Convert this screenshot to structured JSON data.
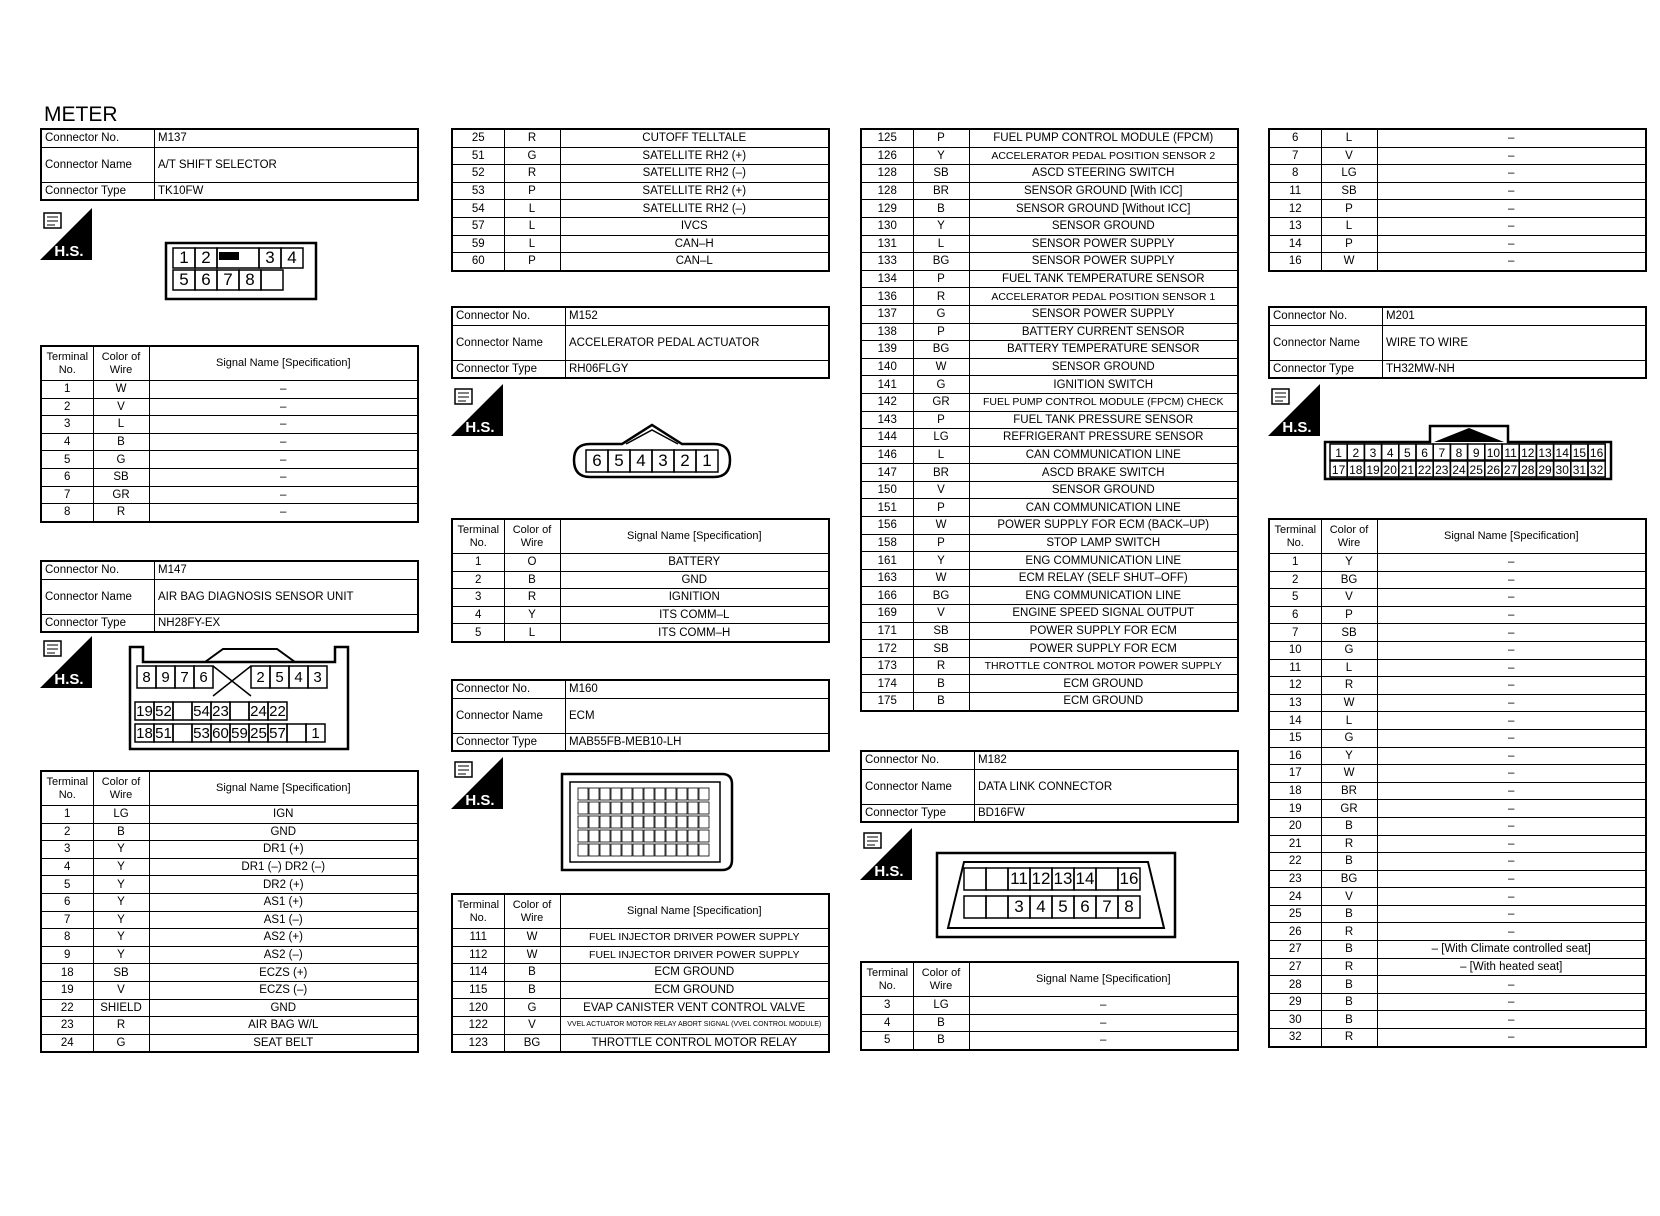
{
  "page_title": "METER",
  "labels": {
    "connector_no": "Connector No.",
    "connector_name": "Connector Name",
    "connector_type": "Connector Type",
    "terminal_no": "Terminal No.",
    "color_of_wire": "Color of Wire",
    "signal_name": "Signal Name [Specification]",
    "hs_badge": "H.S."
  },
  "connectors": {
    "m137": {
      "no": "M137",
      "name": "A/T SHIFT SELECTOR",
      "type": "TK10FW"
    },
    "m147": {
      "no": "M147",
      "name": "AIR BAG DIAGNOSIS SENSOR UNIT",
      "type": "NH28FY-EX"
    },
    "m152": {
      "no": "M152",
      "name": "ACCELERATOR PEDAL ACTUATOR",
      "type": "RH06FLGY"
    },
    "m160": {
      "no": "M160",
      "name": "ECM",
      "type": "MAB55FB-MEB10-LH"
    },
    "m182": {
      "no": "M182",
      "name": "DATA LINK CONNECTOR",
      "type": "BD16FW"
    },
    "m201": {
      "no": "M201",
      "name": "WIRE TO WIRE",
      "type": "TH32MW-NH"
    }
  },
  "pinouts": {
    "m137": {
      "top": [
        "1",
        "2",
        "",
        "3",
        "4"
      ],
      "bottom": [
        "5",
        "6",
        "7",
        "8",
        ""
      ]
    },
    "m147": {
      "row1": [
        "8",
        "9",
        "7",
        "6",
        "",
        "2",
        "5",
        "4",
        "3"
      ],
      "row2": [
        "19",
        "52",
        "",
        "54",
        "23",
        "",
        "24",
        "22"
      ],
      "row3": [
        "18",
        "51",
        "",
        "53",
        "60",
        "59",
        "25",
        "57",
        "",
        "1"
      ]
    },
    "m152": [
      "6",
      "5",
      "4",
      "3",
      "2",
      "1"
    ],
    "m182": {
      "top": [
        "",
        "",
        "11",
        "12",
        "13",
        "14",
        "",
        "16"
      ],
      "bottom": [
        "",
        "",
        "3",
        "4",
        "5",
        "6",
        "7",
        "8"
      ]
    },
    "m201": {
      "top": [
        "1",
        "2",
        "3",
        "4",
        "5",
        "6",
        "7",
        "8",
        "9",
        "10",
        "11",
        "12",
        "13",
        "14",
        "15",
        "16"
      ],
      "bottom": [
        "17",
        "18",
        "19",
        "20",
        "21",
        "22",
        "23",
        "24",
        "25",
        "26",
        "27",
        "28",
        "29",
        "30",
        "31",
        "32"
      ]
    }
  },
  "tables": {
    "m137": [
      [
        "1",
        "W",
        "–"
      ],
      [
        "2",
        "V",
        "–"
      ],
      [
        "3",
        "L",
        "–"
      ],
      [
        "4",
        "B",
        "–"
      ],
      [
        "5",
        "G",
        "–"
      ],
      [
        "6",
        "SB",
        "–"
      ],
      [
        "7",
        "GR",
        "–"
      ],
      [
        "8",
        "R",
        "–"
      ]
    ],
    "m147": [
      [
        "1",
        "LG",
        "IGN"
      ],
      [
        "2",
        "B",
        "GND"
      ],
      [
        "3",
        "Y",
        "DR1 (+)"
      ],
      [
        "4",
        "Y",
        "DR1 (–) DR2 (–)"
      ],
      [
        "5",
        "Y",
        "DR2 (+)"
      ],
      [
        "6",
        "Y",
        "AS1 (+)"
      ],
      [
        "7",
        "Y",
        "AS1 (–)"
      ],
      [
        "8",
        "Y",
        "AS2 (+)"
      ],
      [
        "9",
        "Y",
        "AS2 (–)"
      ],
      [
        "18",
        "SB",
        "ECZS (+)"
      ],
      [
        "19",
        "V",
        "ECZS (–)"
      ],
      [
        "22",
        "SHIELD",
        "GND"
      ],
      [
        "23",
        "R",
        "AIR BAG W/L"
      ],
      [
        "24",
        "G",
        "SEAT BELT"
      ]
    ],
    "m147_cont": [
      [
        "25",
        "R",
        "CUTOFF TELLTALE"
      ],
      [
        "51",
        "G",
        "SATELLITE RH2 (+)"
      ],
      [
        "52",
        "R",
        "SATELLITE RH2 (–)"
      ],
      [
        "53",
        "P",
        "SATELLITE RH2 (+)"
      ],
      [
        "54",
        "L",
        "SATELLITE RH2 (–)"
      ],
      [
        "57",
        "L",
        "IVCS"
      ],
      [
        "59",
        "L",
        "CAN–H"
      ],
      [
        "60",
        "P",
        "CAN–L"
      ]
    ],
    "m152": [
      [
        "1",
        "O",
        "BATTERY"
      ],
      [
        "2",
        "B",
        "GND"
      ],
      [
        "3",
        "R",
        "IGNITION"
      ],
      [
        "4",
        "Y",
        "ITS COMM–L"
      ],
      [
        "5",
        "L",
        "ITS COMM–H"
      ]
    ],
    "m160": [
      [
        "111",
        "W",
        "FUEL INJECTOR DRIVER POWER SUPPLY"
      ],
      [
        "112",
        "W",
        "FUEL INJECTOR DRIVER POWER SUPPLY"
      ],
      [
        "114",
        "B",
        "ECM GROUND"
      ],
      [
        "115",
        "B",
        "ECM GROUND"
      ],
      [
        "120",
        "G",
        "EVAP CANISTER VENT CONTROL VALVE"
      ],
      [
        "122",
        "V",
        "VVEL ACTUATOR MOTOR RELAY ABORT SIGNAL (VVEL CONTROL MODULE)"
      ],
      [
        "123",
        "BG",
        "THROTTLE CONTROL MOTOR RELAY"
      ]
    ],
    "m160_cont": [
      [
        "125",
        "P",
        "FUEL PUMP CONTROL MODULE (FPCM)"
      ],
      [
        "126",
        "Y",
        "ACCELERATOR PEDAL POSITION SENSOR 2"
      ],
      [
        "128",
        "SB",
        "ASCD STEERING SWITCH"
      ],
      [
        "128",
        "BR",
        "SENSOR GROUND [With ICC]"
      ],
      [
        "129",
        "B",
        "SENSOR GROUND [Without ICC]"
      ],
      [
        "130",
        "Y",
        "SENSOR GROUND"
      ],
      [
        "131",
        "L",
        "SENSOR POWER SUPPLY"
      ],
      [
        "133",
        "BG",
        "SENSOR POWER SUPPLY"
      ],
      [
        "134",
        "P",
        "FUEL TANK TEMPERATURE SENSOR"
      ],
      [
        "136",
        "R",
        "ACCELERATOR PEDAL POSITION SENSOR 1"
      ],
      [
        "137",
        "G",
        "SENSOR POWER SUPPLY"
      ],
      [
        "138",
        "P",
        "BATTERY CURRENT SENSOR"
      ],
      [
        "139",
        "BG",
        "BATTERY TEMPERATURE SENSOR"
      ],
      [
        "140",
        "W",
        "SENSOR GROUND"
      ],
      [
        "141",
        "G",
        "IGNITION SWITCH"
      ],
      [
        "142",
        "GR",
        "FUEL PUMP CONTROL MODULE (FPCM) CHECK"
      ],
      [
        "143",
        "P",
        "FUEL TANK PRESSURE SENSOR"
      ],
      [
        "144",
        "LG",
        "REFRIGERANT PRESSURE SENSOR"
      ],
      [
        "146",
        "L",
        "CAN COMMUNICATION LINE"
      ],
      [
        "147",
        "BR",
        "ASCD BRAKE SWITCH"
      ],
      [
        "150",
        "V",
        "SENSOR GROUND"
      ],
      [
        "151",
        "P",
        "CAN COMMUNICATION LINE"
      ],
      [
        "156",
        "W",
        "POWER SUPPLY FOR ECM (BACK–UP)"
      ],
      [
        "158",
        "P",
        "STOP LAMP SWITCH"
      ],
      [
        "161",
        "Y",
        "ENG COMMUNICATION LINE"
      ],
      [
        "163",
        "W",
        "ECM RELAY (SELF SHUT–OFF)"
      ],
      [
        "166",
        "BG",
        "ENG COMMUNICATION LINE"
      ],
      [
        "169",
        "V",
        "ENGINE SPEED SIGNAL OUTPUT"
      ],
      [
        "171",
        "SB",
        "POWER SUPPLY FOR ECM"
      ],
      [
        "172",
        "SB",
        "POWER SUPPLY FOR ECM"
      ],
      [
        "173",
        "R",
        "THROTTLE CONTROL MOTOR POWER SUPPLY"
      ],
      [
        "174",
        "B",
        "ECM GROUND"
      ],
      [
        "175",
        "B",
        "ECM GROUND"
      ]
    ],
    "m182": [
      [
        "3",
        "LG",
        "–"
      ],
      [
        "4",
        "B",
        "–"
      ],
      [
        "5",
        "B",
        "–"
      ]
    ],
    "m182_cont": [
      [
        "6",
        "L",
        "–"
      ],
      [
        "7",
        "V",
        "–"
      ],
      [
        "8",
        "LG",
        "–"
      ],
      [
        "11",
        "SB",
        "–"
      ],
      [
        "12",
        "P",
        "–"
      ],
      [
        "13",
        "L",
        "–"
      ],
      [
        "14",
        "P",
        "–"
      ],
      [
        "16",
        "W",
        "–"
      ]
    ],
    "m201": [
      [
        "1",
        "Y",
        "–"
      ],
      [
        "2",
        "BG",
        "–"
      ],
      [
        "5",
        "V",
        "–"
      ],
      [
        "6",
        "P",
        "–"
      ],
      [
        "7",
        "SB",
        "–"
      ],
      [
        "10",
        "G",
        "–"
      ],
      [
        "11",
        "L",
        "–"
      ],
      [
        "12",
        "R",
        "–"
      ],
      [
        "13",
        "W",
        "–"
      ],
      [
        "14",
        "L",
        "–"
      ],
      [
        "15",
        "G",
        "–"
      ],
      [
        "16",
        "Y",
        "–"
      ],
      [
        "17",
        "W",
        "–"
      ],
      [
        "18",
        "BR",
        "–"
      ],
      [
        "19",
        "GR",
        "–"
      ],
      [
        "20",
        "B",
        "–"
      ],
      [
        "21",
        "R",
        "–"
      ],
      [
        "22",
        "B",
        "–"
      ],
      [
        "23",
        "BG",
        "–"
      ],
      [
        "24",
        "V",
        "–"
      ],
      [
        "25",
        "B",
        "–"
      ],
      [
        "26",
        "R",
        "–"
      ],
      [
        "27",
        "B",
        "– [With Climate controlled seat]"
      ],
      [
        "27",
        "R",
        "– [With heated seat]"
      ],
      [
        "28",
        "B",
        "–"
      ],
      [
        "29",
        "B",
        "–"
      ],
      [
        "30",
        "B",
        "–"
      ],
      [
        "32",
        "R",
        "–"
      ]
    ]
  }
}
